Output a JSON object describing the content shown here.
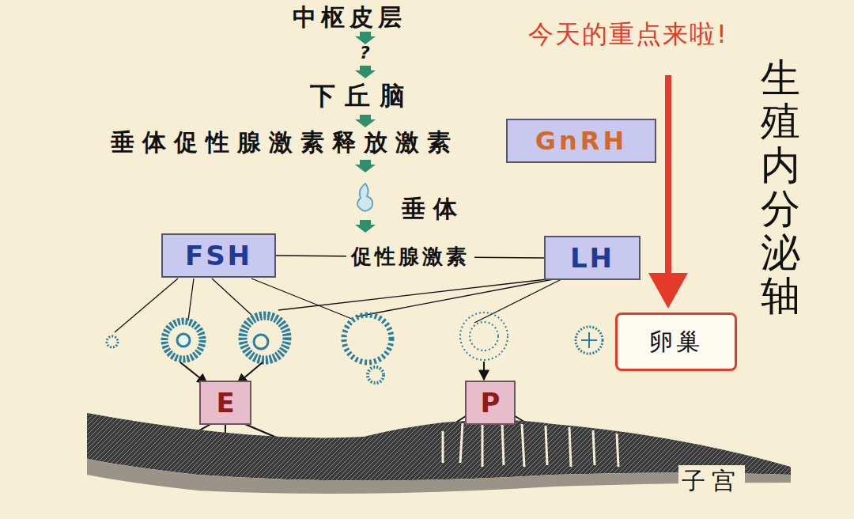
{
  "diagram": {
    "title": "生殖内分泌轴",
    "nodes": [
      {
        "text": [
          "GnRH"
        ]
      },
      {
        "text": [
          "FSH"
        ]
      },
      {
        "text": [
          "LH"
        ]
      },
      {
        "text": [
          "卵巢"
        ]
      },
      {
        "text": [
          "E"
        ]
      },
      {
        "text": [
          "P"
        ]
      }
    ],
    "edges": [
      {
        "from": 1,
        "to": 2,
        "arrow": "none",
        "label": "促性腺激素"
      }
    ],
    "labels": [
      "中枢皮层",
      "?",
      "下丘脑",
      "垂体促性腺激素释放激素",
      "垂体",
      "今天的重点来啦!",
      "子宫"
    ]
  }
}
